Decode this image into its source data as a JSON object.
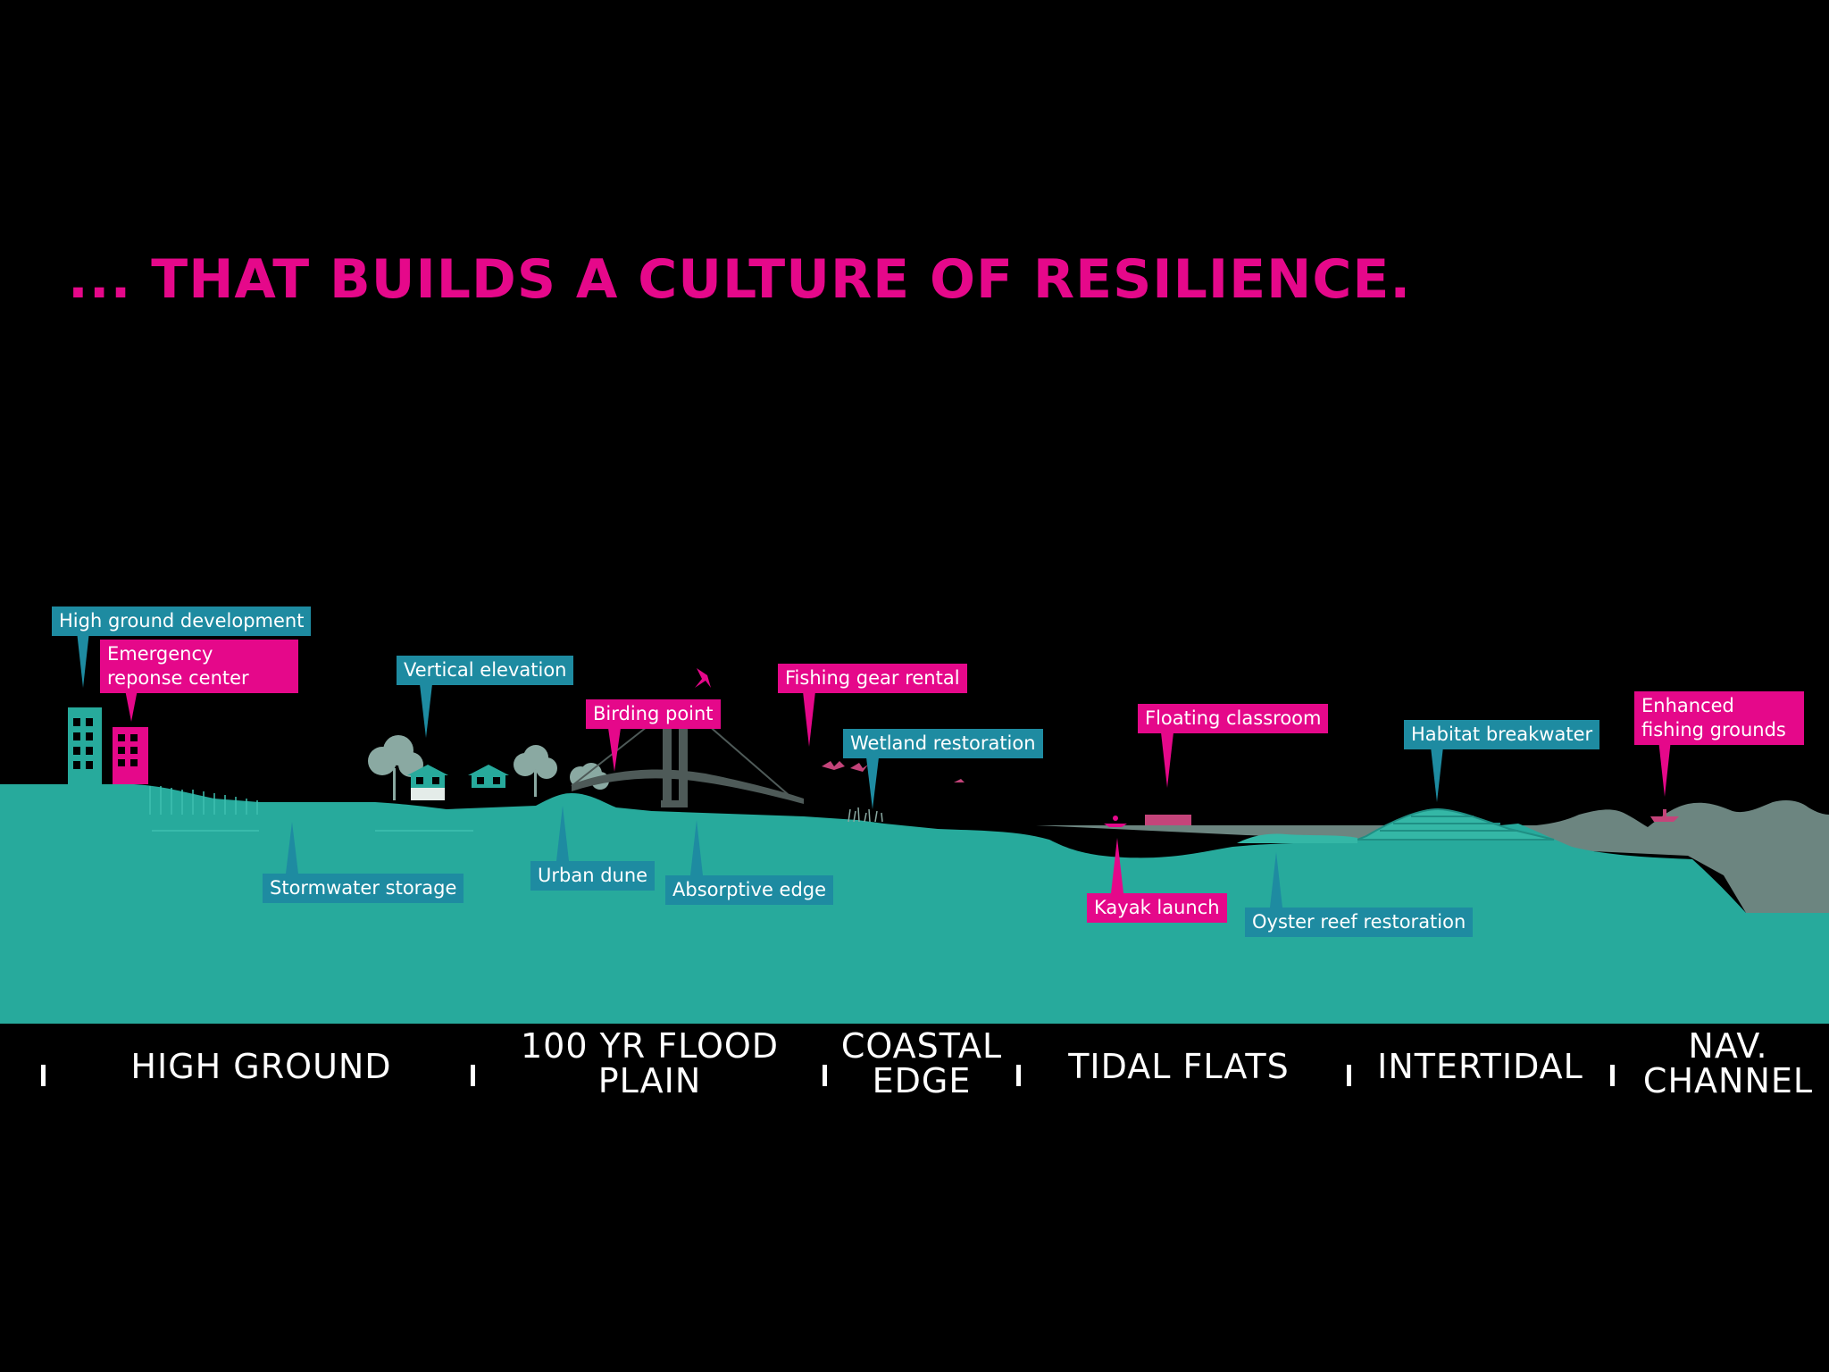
{
  "headline": "... THAT BUILDS A CULTURE OF RESILIENCE.",
  "colors": {
    "background": "#000000",
    "accent_pink": "#e5088a",
    "label_teal": "#1e8ba1",
    "land_teal": "#27aa9c",
    "water_gray": "#6c8580",
    "structure_gray": "#4e5a58"
  },
  "callouts": {
    "high_ground_development": "High ground development",
    "emergency_response_center": "Emergency reponse center",
    "vertical_elevation": "Vertical elevation",
    "birding_point": "Birding point",
    "fishing_gear_rental": "Fishing gear rental",
    "wetland_restoration": "Wetland restoration",
    "floating_classroom": "Floating classroom",
    "habitat_breakwater": "Habitat breakwater",
    "enhanced_fishing_grounds": "Enhanced fishing grounds",
    "stormwater_storage": "Stormwater storage",
    "urban_dune": "Urban dune",
    "absorptive_edge": "Absorptive edge",
    "kayak_launch": "Kayak launch",
    "oyster_reef_restoration": "Oyster reef restoration"
  },
  "zones": {
    "high_ground": "HIGH GROUND",
    "flood_plain": "100 YR FLOOD PLAIN",
    "coastal_edge": "COASTAL EDGE",
    "tidal_flats": "TIDAL FLATS",
    "intertidal": "INTERTIDAL",
    "nav_channel": "NAV. CHANNEL"
  }
}
